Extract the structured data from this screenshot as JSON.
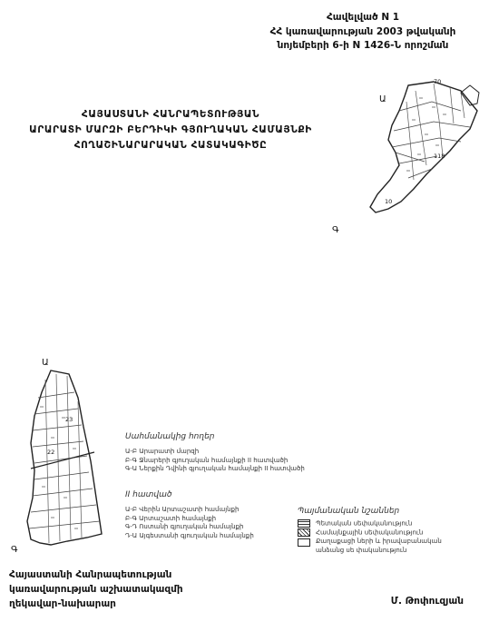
{
  "header": {
    "line1": "Հավելված N 1",
    "line2": "ՀՀ կառավարության 2003 թվականի",
    "line3": "նոյեմբերի 6-ի N 1426-Ն որոշման"
  },
  "title": {
    "line1": "ՀԱՅԱՍՏԱՆԻ ՀԱՆՐԱՊԵՏՈՒԹՅԱՆ",
    "line2": "ԱՐԱՐԱՏԻ ՄԱՐԶԻ ԲԵՐԴԻԿԻ ԳՅՈՒՂԱԿԱՆ ՀԱՄԱՅՆՔԻ",
    "line3": "ՀՈՂԱՇԻՆԱՐԱՐԱԿԱՆ ՀԱՏԱԿԱԳԻԾԸ"
  },
  "map_top": {
    "north": "Ա",
    "south": "Գ",
    "numbers": [
      "70",
      "118",
      "10"
    ]
  },
  "map_bottom": {
    "north": "Ա",
    "south": "Գ",
    "numbers": [
      "22",
      "23"
    ]
  },
  "boundaries": {
    "heading": "Սահմանակից հողեր",
    "items": [
      "Ա-Բ Արարատի մարզի",
      "Բ-Գ Ջնարերի գյուղական համայնքի II հատվածի",
      "Գ-Ա Ներքին Դվինի գյուղական համայնքի II հատվածի"
    ]
  },
  "section2": {
    "heading": "II հատված",
    "items": [
      "Ա-Բ Վերին Արտաշատի համայնքի",
      "Բ-Գ Արտաշատի համայնքի",
      "Գ-Դ Ոստանի գյուղական համայնքի",
      "Դ-Ա Այգեստանի գյուղական համայնքի"
    ]
  },
  "legend": {
    "heading": "Պայմանական նշաններ",
    "items": [
      "Պետական սեփականություն",
      "Համայնքային սեփականություն",
      "Քաղաքացի ների և իրավաբանական անձանց սե փականություն"
    ]
  },
  "footer": {
    "line1": "Հայաստանի Հանրապետության",
    "line2": "կառավարության աշխատակազմի",
    "line3": "ղեկավար-նախարար",
    "signature": "Մ. Թոփուզյան"
  }
}
